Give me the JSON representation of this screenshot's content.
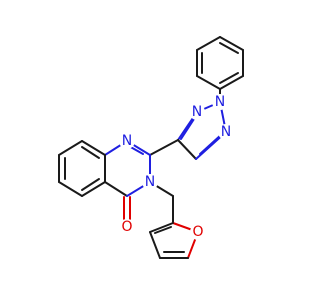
{
  "molecule": {
    "atoms": [
      {
        "id": "n_triazole_2",
        "element": "N",
        "label": "N",
        "color": "#1f1fe0"
      },
      {
        "id": "n_triazole_1",
        "element": "N",
        "label": "N",
        "color": "#1f1fe0"
      },
      {
        "id": "n_triazole_3",
        "element": "N",
        "label": "N",
        "color": "#1f1fe0"
      },
      {
        "id": "n_quinazoline_1",
        "element": "N",
        "label": "N",
        "color": "#1f1fe0"
      },
      {
        "id": "n_quinazoline_3",
        "element": "N",
        "label": "N",
        "color": "#1f1fe0"
      },
      {
        "id": "o_carbonyl",
        "element": "O",
        "label": "O",
        "color": "#e00000"
      },
      {
        "id": "o_furan",
        "element": "O",
        "label": "O",
        "color": "#e00000"
      }
    ]
  }
}
